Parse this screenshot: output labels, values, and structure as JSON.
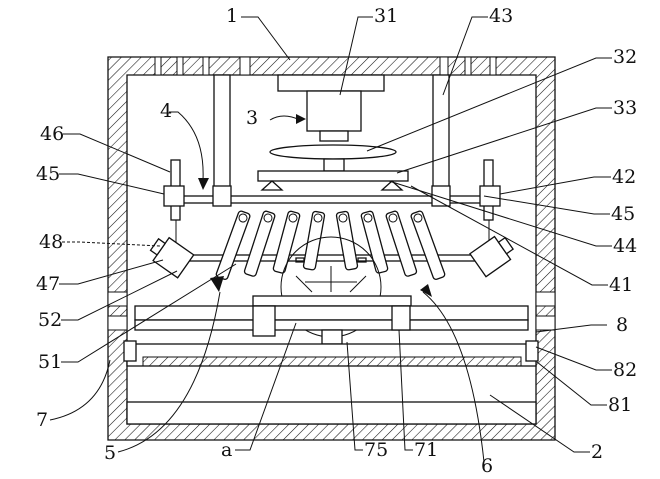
{
  "labels": {
    "l1": "1",
    "l31": "31",
    "l43": "43",
    "l32": "32",
    "l3": "3",
    "l4": "4",
    "l33": "33",
    "l46": "46",
    "l45a": "45",
    "l42": "42",
    "l45b": "45",
    "l44": "44",
    "l48": "48",
    "l47": "47",
    "l41": "41",
    "l52": "52",
    "l8": "8",
    "l51": "51",
    "l82": "82",
    "l7": "7",
    "l81": "81",
    "l5": "5",
    "la": "a",
    "l75": "75",
    "l71": "71",
    "l6": "6",
    "l2": "2"
  }
}
